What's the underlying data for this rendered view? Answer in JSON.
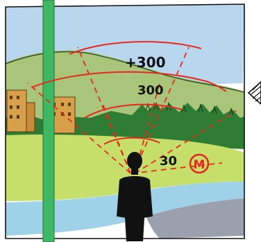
{
  "annotations": {
    "distance_far": "+300",
    "distance_mid": "300",
    "distance_near": "30"
  },
  "symbols": {
    "metro_letter": "M",
    "metro_icon": "metro-sign-icon",
    "arrow_icon": "hatched-arrow-icon"
  },
  "colors": {
    "sky": "#b8d6ee",
    "distant_hills": "#a8c57a",
    "forest": "#2f7d34",
    "meadow": "#c5df6a",
    "water": "#9fd2e8",
    "pavement": "#9aa0ad",
    "pole": "#3fb864",
    "buildings": "#d8a04a",
    "view_lines": "#e8281e",
    "figure": "#111111"
  }
}
